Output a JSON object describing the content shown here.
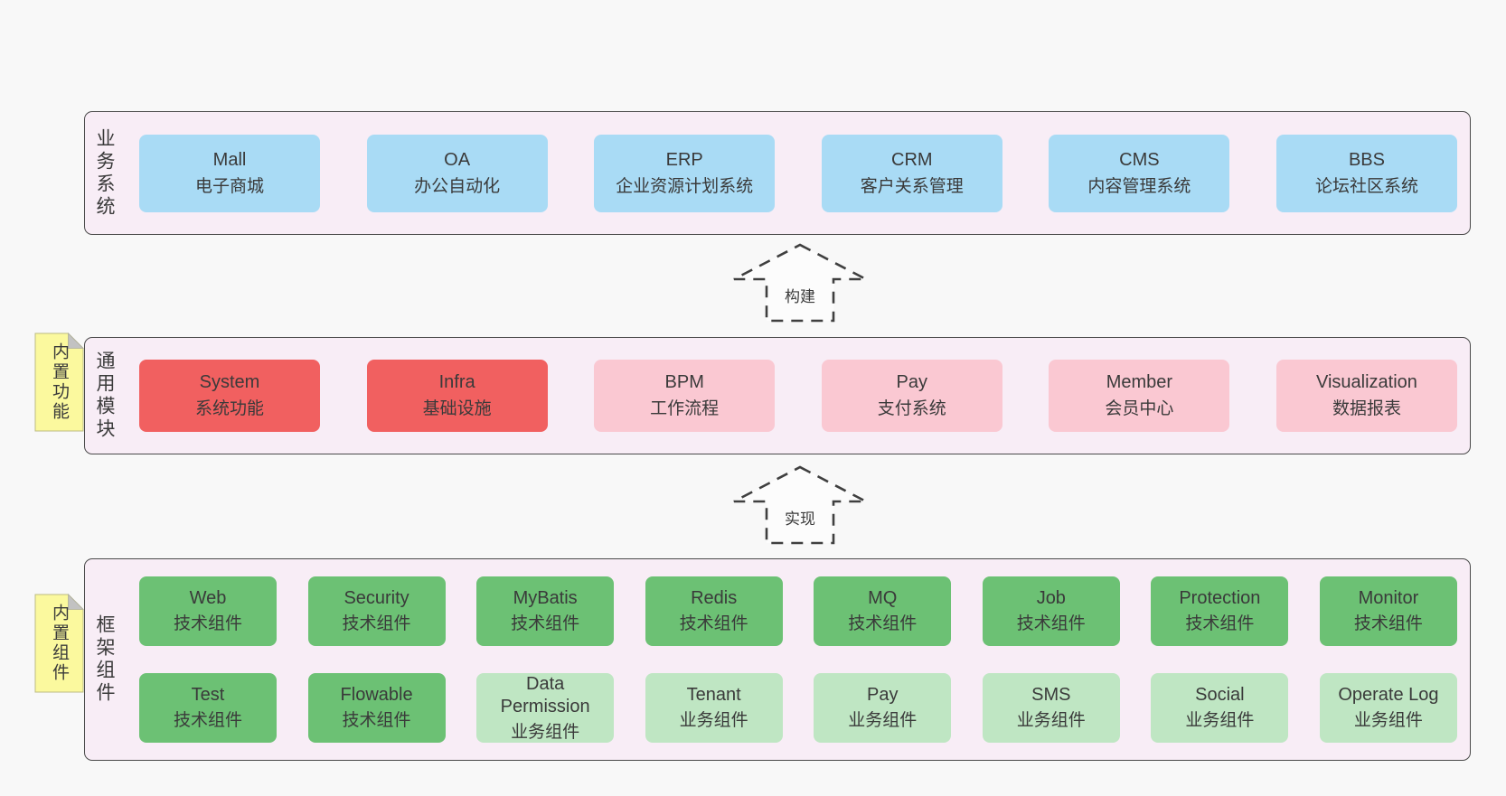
{
  "arrows": [
    {
      "label": "构建"
    },
    {
      "label": "实现"
    }
  ],
  "panels": [
    {
      "label": "业务系统",
      "boxes": [
        {
          "name": "Mall",
          "desc": "电子商城"
        },
        {
          "name": "OA",
          "desc": "办公自动化"
        },
        {
          "name": "ERP",
          "desc": "企业资源计划系统"
        },
        {
          "name": "CRM",
          "desc": "客户关系管理"
        },
        {
          "name": "CMS",
          "desc": "内容管理系统"
        },
        {
          "name": "BBS",
          "desc": "论坛社区系统"
        }
      ]
    },
    {
      "label": "通用模块",
      "sticky": "内置功能",
      "boxes": [
        {
          "name": "System",
          "desc": "系统功能"
        },
        {
          "name": "Infra",
          "desc": "基础设施"
        },
        {
          "name": "BPM",
          "desc": "工作流程"
        },
        {
          "name": "Pay",
          "desc": "支付系统"
        },
        {
          "name": "Member",
          "desc": "会员中心"
        },
        {
          "name": "Visualization",
          "desc": "数据报表"
        }
      ]
    },
    {
      "label": "框架组件",
      "sticky": "内置组件",
      "rows": [
        {
          "boxes": [
            {
              "name": "Web",
              "desc": "技术组件"
            },
            {
              "name": "Security",
              "desc": "技术组件"
            },
            {
              "name": "MyBatis",
              "desc": "技术组件"
            },
            {
              "name": "Redis",
              "desc": "技术组件"
            },
            {
              "name": "MQ",
              "desc": "技术组件"
            },
            {
              "name": "Job",
              "desc": "技术组件"
            },
            {
              "name": "Protection",
              "desc": "技术组件"
            },
            {
              "name": "Monitor",
              "desc": "技术组件"
            }
          ]
        },
        {
          "boxes": [
            {
              "name": "Test",
              "desc": "技术组件"
            },
            {
              "name": "Flowable",
              "desc": "技术组件"
            },
            {
              "name": "Data Permission",
              "desc": "业务组件"
            },
            {
              "name": "Tenant",
              "desc": "业务组件"
            },
            {
              "name": "Pay",
              "desc": "业务组件"
            },
            {
              "name": "SMS",
              "desc": "业务组件"
            },
            {
              "name": "Social",
              "desc": "业务组件"
            },
            {
              "name": "Operate Log",
              "desc": "业务组件"
            }
          ]
        }
      ]
    }
  ],
  "colors": {
    "canvasBg": "#f8f8f8",
    "panelBg": "#f8edf6",
    "panelBorder": "#4a4a4a",
    "blue": "#a9dbf5",
    "red": "#f16060",
    "pink": "#fac8d2",
    "green": "#6cc174",
    "lightGreen": "#bfe6c3",
    "yellow": "#fbf99e",
    "foldGray": "#c2c2c2",
    "text": "#3a3a3a"
  }
}
